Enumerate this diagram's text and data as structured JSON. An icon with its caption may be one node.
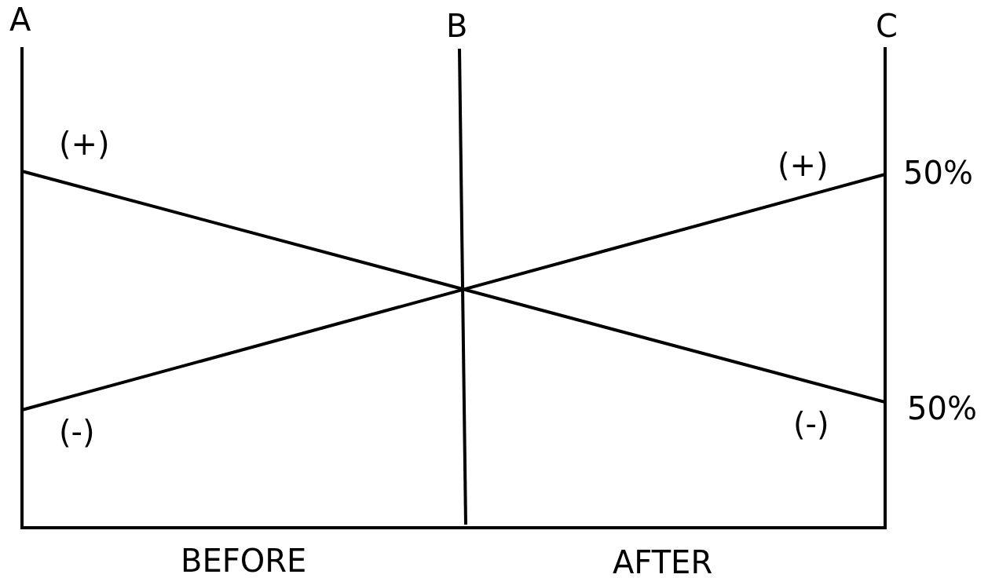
{
  "diagram": {
    "labels": [
      "A",
      "B",
      "C",
      "(+)",
      "(+)",
      "50%",
      "50%",
      "(-)",
      "(-)",
      "BEFORE",
      "AFTER"
    ]
  }
}
